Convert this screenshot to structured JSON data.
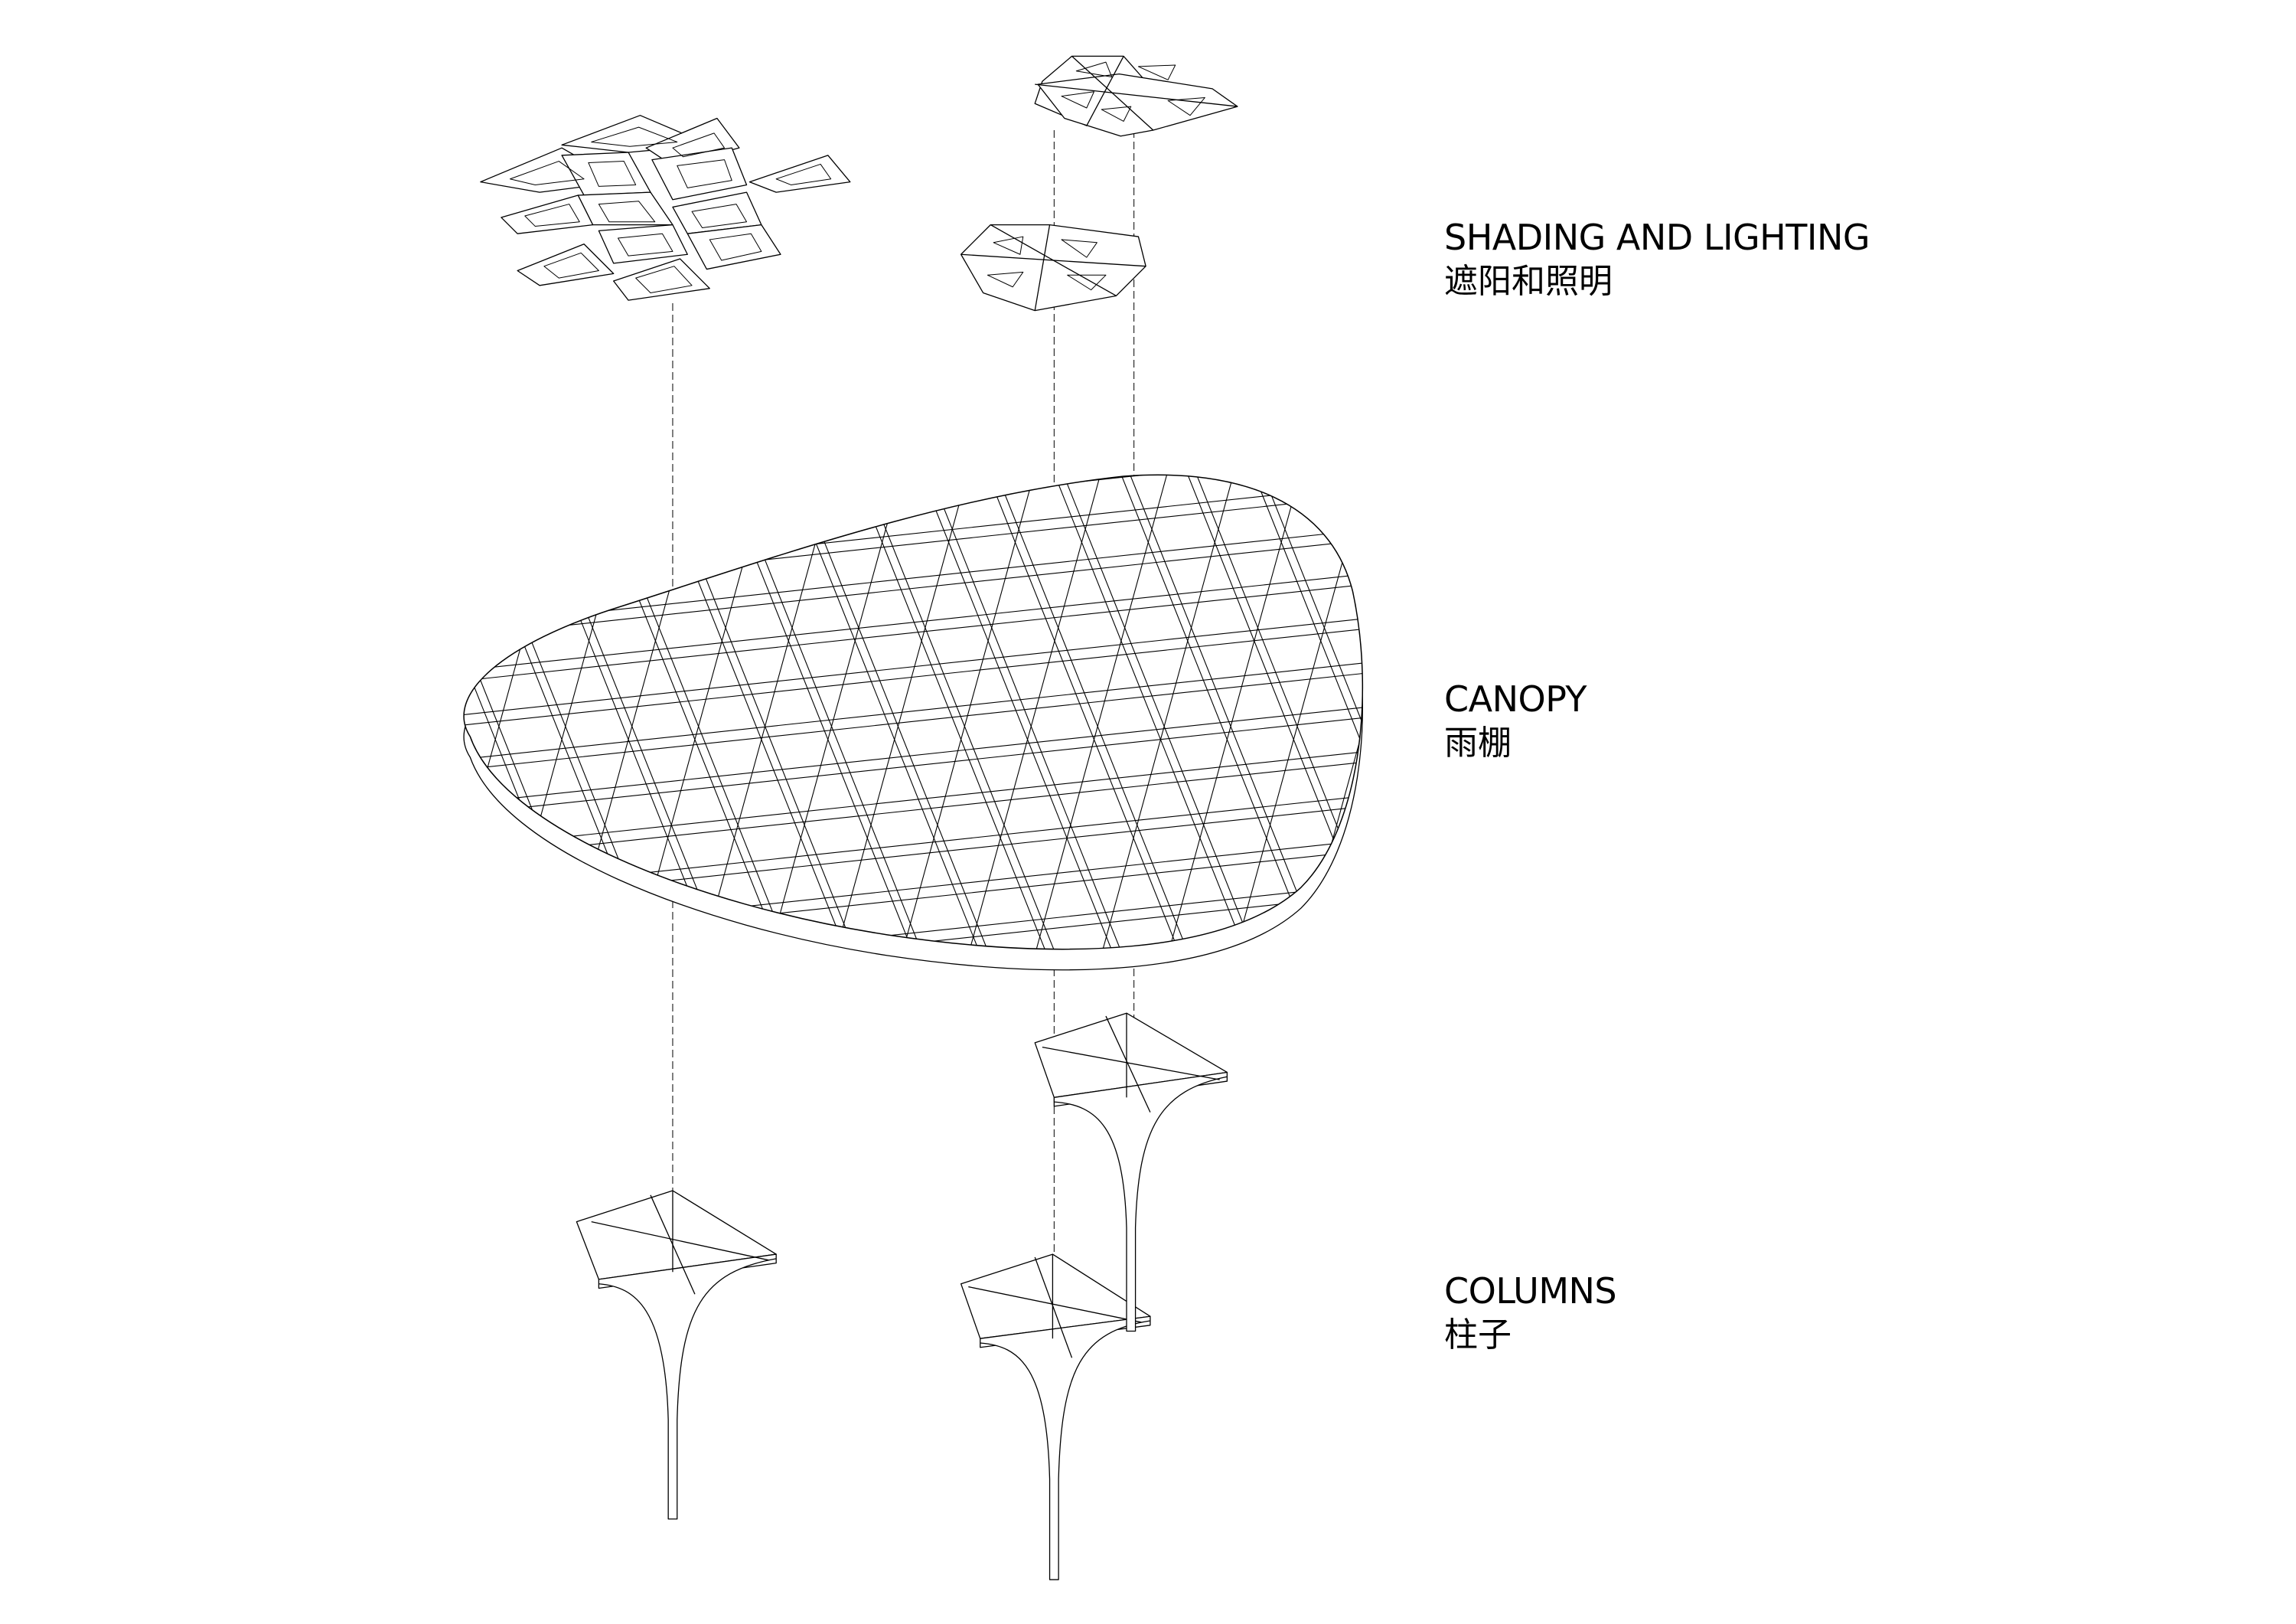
{
  "layers": [
    {
      "id": "shading",
      "title_en": "SHADING AND LIGHTING",
      "title_zh": "遮阳和照明"
    },
    {
      "id": "canopy",
      "title_en": "CANOPY",
      "title_zh": "雨棚"
    },
    {
      "id": "columns",
      "title_en": "COLUMNS",
      "title_zh": "柱子"
    }
  ],
  "colors": {
    "line": "#000000",
    "background": "#ffffff"
  }
}
